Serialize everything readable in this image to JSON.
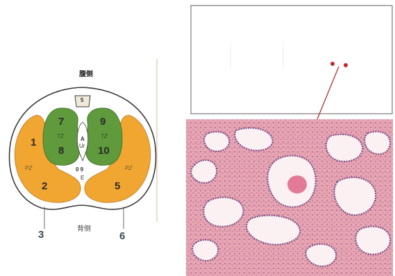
{
  "diagram": {
    "top_label": "腹侧",
    "bottom_label": "背侧",
    "box_label": "5",
    "zone_numbers": [
      "1",
      "2",
      "7",
      "8",
      "9",
      "10",
      "5"
    ],
    "zone_pz_left": "PZ",
    "zone_pz_right": "PZ",
    "zone_tz_left": "TZ",
    "zone_tz_right": "TZ",
    "center_a": "A",
    "center_ur": "Ur",
    "center_09": "0 9",
    "center_e": "E",
    "callout_left": "3",
    "callout_right": "6",
    "colors": {
      "pz": "#f0a631",
      "tz": "#5f9a3c",
      "outline": "#3a3a3a"
    }
  },
  "micrograph": {
    "tissue_color": "#e8a6b4",
    "lumen_color": "#fbf1f3",
    "nuclei_color": "#5a3a6a",
    "marker_color": "#c0282a"
  }
}
